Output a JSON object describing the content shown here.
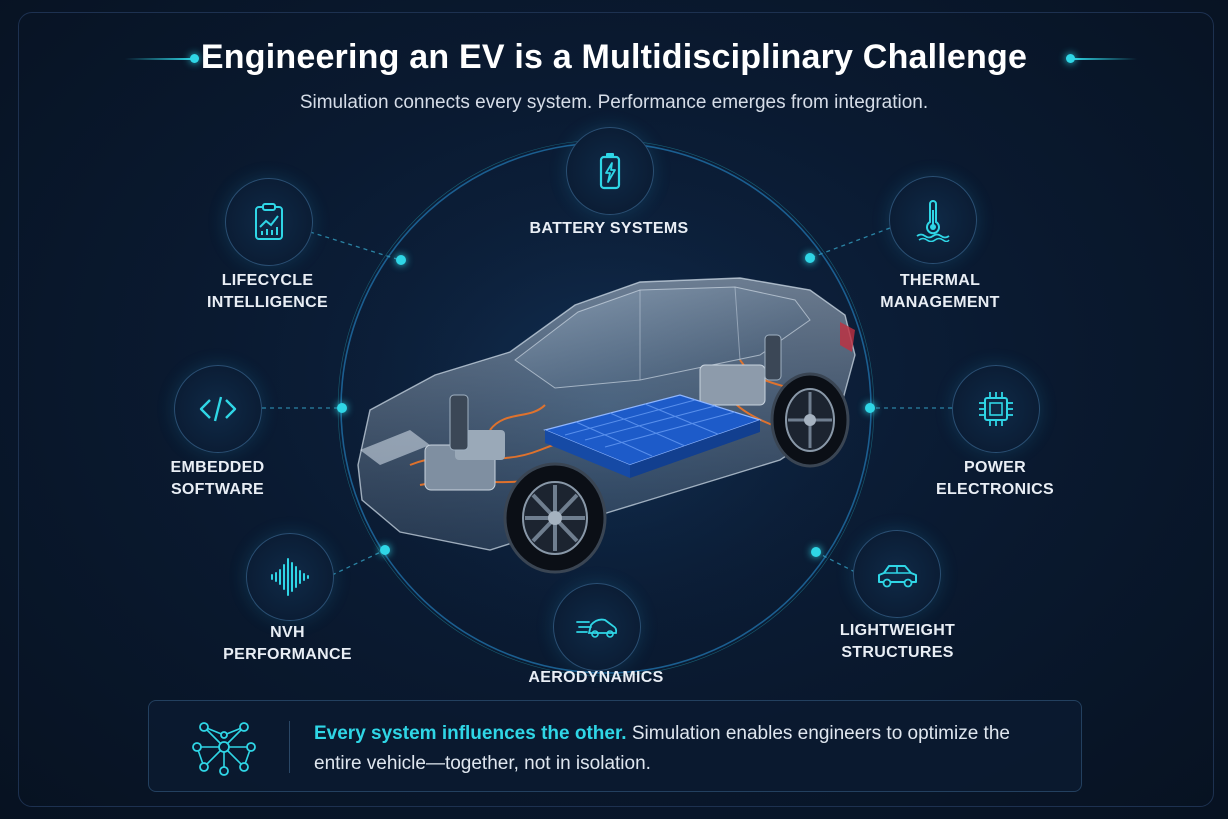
{
  "header": {
    "title": "Engineering an EV is a Multidisciplinary Challenge",
    "subtitle": "Simulation connects every system. Performance emerges from integration."
  },
  "systems": {
    "battery": {
      "label": "BATTERY SYSTEMS",
      "icon": "battery-icon"
    },
    "lifecycle": {
      "line1": "LIFECYCLE",
      "line2": "INTELLIGENCE",
      "icon": "clipboard-chart-icon"
    },
    "thermal": {
      "line1": "THERMAL",
      "line2": "MANAGEMENT",
      "icon": "thermometer-icon"
    },
    "software": {
      "line1": "EMBEDDED",
      "line2": "SOFTWARE",
      "icon": "code-icon"
    },
    "power": {
      "line1": "POWER",
      "line2": "ELECTRONICS",
      "icon": "chip-icon"
    },
    "nvh": {
      "line1": "NVH",
      "line2": "PERFORMANCE",
      "icon": "sound-wave-icon"
    },
    "aero": {
      "label": "AERODYNAMICS",
      "icon": "car-airflow-icon"
    },
    "structures": {
      "line1": "LIGHTWEIGHT",
      "line2": "STRUCTURES",
      "icon": "car-outline-icon"
    }
  },
  "footer": {
    "highlight": "Every system influences the other.",
    "text": " Simulation enables engineers to optimize the entire vehicle—together, not in isolation.",
    "icon": "network-icon"
  },
  "colors": {
    "accent": "#2fd6e6",
    "background": "#0a1a31",
    "battery_cells": "#2a6fe0",
    "wiring": "#e8742a"
  }
}
